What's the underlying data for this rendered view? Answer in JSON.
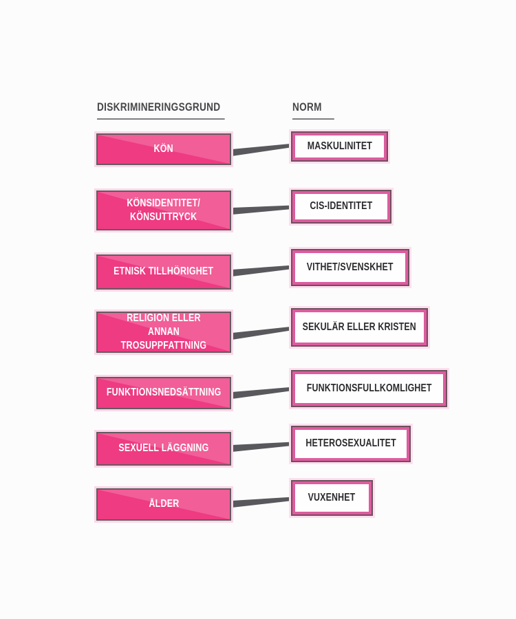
{
  "headers": {
    "ground": "DISKRIMINERINGSGRUND",
    "norm": "NORM"
  },
  "rows": [
    {
      "ground": "KÖN",
      "norm": "MASKULINITET"
    },
    {
      "ground": "KÖNSIDENTITET/\nKÖNSUTTRYCK",
      "norm": "CIS-IDENTITET"
    },
    {
      "ground": "ETNISK TILLHÖRIGHET",
      "norm": "VITHET/SVENSKHET"
    },
    {
      "ground": "RELIGION ELLER ANNAN\nTROSUPPFATTNING",
      "norm": "SEKULÄR ELLER KRISTEN"
    },
    {
      "ground": "FUNKTIONSNEDSÄTTNING",
      "norm": "FUNKTIONSFULLKOMLIGHET"
    },
    {
      "ground": "SEXUELL LÄGGNING",
      "norm": "HETEROSEXUALITET"
    },
    {
      "ground": "ÅLDER",
      "norm": "VUXENHET"
    }
  ],
  "colors": {
    "pink_fill": "#ee3b82",
    "pink_border": "#dd5c9f",
    "dark_border": "#665a60",
    "connector": "#59585c",
    "header_text": "#47474a",
    "underline": "#7e7e82",
    "halo": "#fbd7e8",
    "page_bg": "#fcfcfc",
    "norm_text": "#2b2b2e",
    "ground_text": "#ffffff"
  }
}
